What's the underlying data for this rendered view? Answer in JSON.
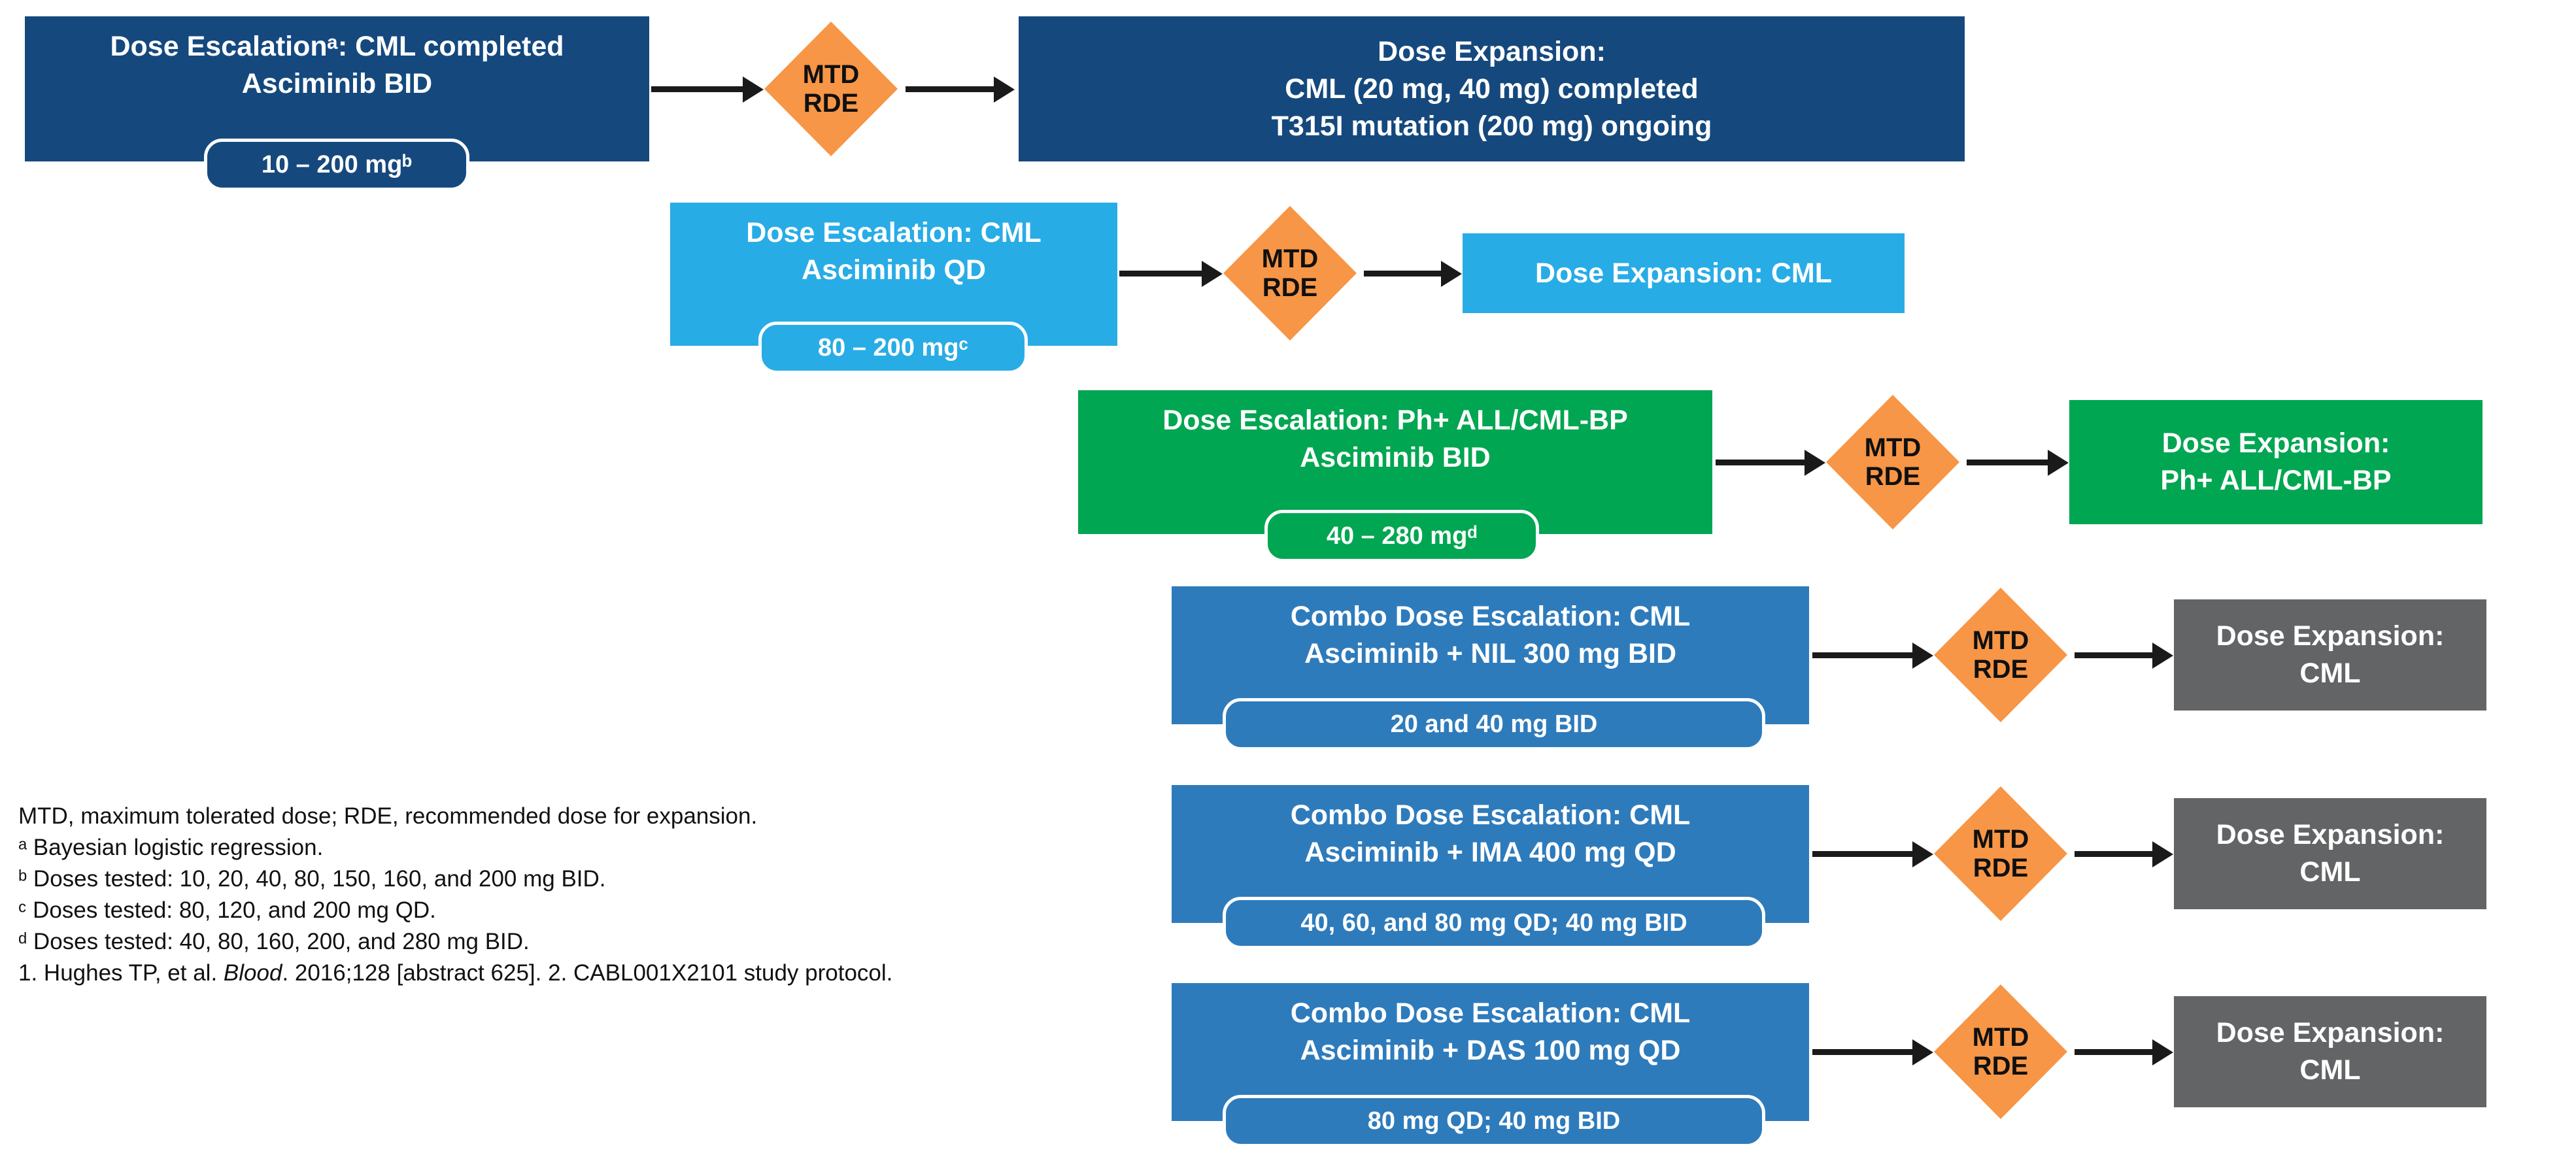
{
  "diamond": {
    "line1": "MTD",
    "line2": "RDE"
  },
  "colors": {
    "navy": "#15497E",
    "light_blue": "#28ACE6",
    "green": "#00A651",
    "medium_blue": "#2E7BBC",
    "gray": "#636466",
    "orange_diamond": "#F79646",
    "arrow": "#1A1A1A",
    "box_text": "#FFFFFF",
    "footnote_text": "#111111"
  },
  "rows": [
    {
      "escalation": {
        "line1": "Dose Escalationᵃ: CML completed",
        "line2": "Asciminib BID",
        "badge": "10 – 200 mgᵇ"
      },
      "expansion": {
        "lines": [
          "Dose Expansion:",
          "CML (20 mg, 40 mg) completed",
          "T315I mutation (200 mg) ongoing"
        ]
      }
    },
    {
      "escalation": {
        "line1": "Dose Escalation: CML",
        "line2": "Asciminib QD",
        "badge": "80 – 200 mgᶜ"
      },
      "expansion": {
        "lines": [
          "Dose Expansion: CML"
        ]
      }
    },
    {
      "escalation": {
        "line1": "Dose Escalation: Ph+ ALL/CML-BP",
        "line2": "Asciminib BID",
        "badge": "40 – 280 mgᵈ"
      },
      "expansion": {
        "lines": [
          "Dose Expansion:",
          "Ph+ ALL/CML-BP"
        ]
      }
    },
    {
      "escalation": {
        "line1": "Combo Dose Escalation: CML",
        "line2": "Asciminib + NIL 300 mg BID",
        "badge": "20 and 40 mg BID"
      },
      "expansion": {
        "lines": [
          "Dose Expansion:",
          "CML"
        ]
      }
    },
    {
      "escalation": {
        "line1": "Combo Dose Escalation: CML",
        "line2": "Asciminib + IMA 400 mg QD",
        "badge": "40, 60, and 80 mg QD; 40 mg BID"
      },
      "expansion": {
        "lines": [
          "Dose Expansion:",
          "CML"
        ]
      }
    },
    {
      "escalation": {
        "line1": "Combo Dose Escalation: CML",
        "line2": "Asciminib + DAS 100 mg QD",
        "badge": "80 mg QD; 40 mg BID"
      },
      "expansion": {
        "lines": [
          "Dose Expansion:",
          "CML"
        ]
      }
    }
  ],
  "footnotes": {
    "lines": [
      "MTD, maximum tolerated dose; RDE, recommended dose for expansion.",
      "ᵃ Bayesian logistic regression.",
      "ᵇ Doses tested: 10, 20, 40, 80, 150, 160, and 200 mg BID.",
      "ᶜ Doses tested: 80, 120, and 200 mg QD.",
      "ᵈ Doses tested: 40, 80, 160, 200, and 280 mg BID."
    ],
    "reference": {
      "pre": "1. Hughes TP, et al. ",
      "italic": "Blood",
      "post": ". 2016;128 [abstract 625]. 2. CABL001X2101 study protocol."
    }
  }
}
